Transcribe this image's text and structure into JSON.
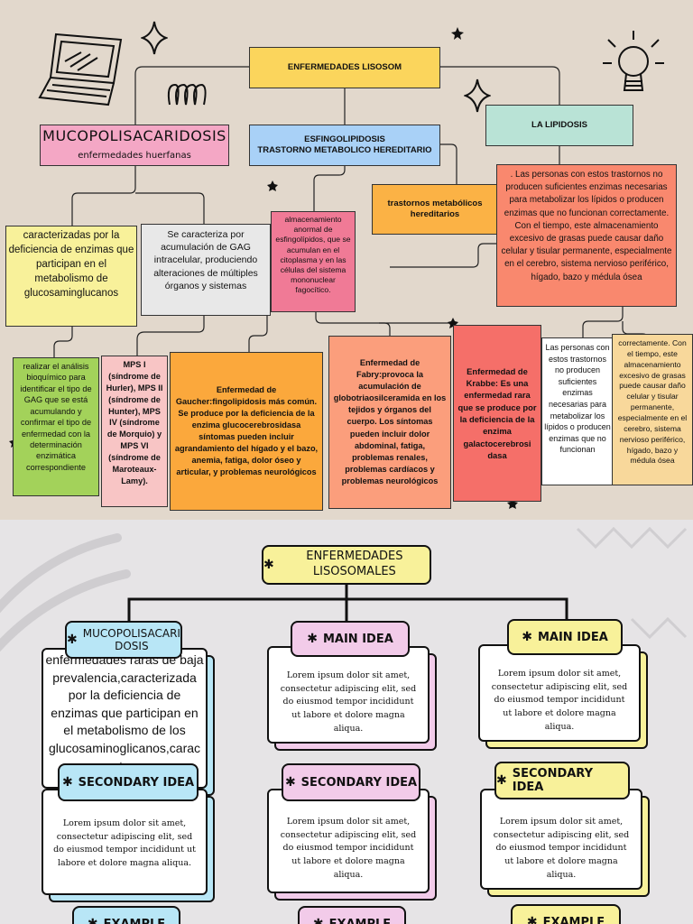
{
  "top": {
    "root": "ENFERMEDADES LISOSOM",
    "muco_title": "MUCOPOLISACARIDOSIS",
    "muco_sub": "enfermedades huerfanas",
    "esfingo_line1": "ESFINGOLIPIDOSIS",
    "esfingo_line2": "TRASTORNO METABOLICO HEREDITARIO",
    "lipidosis": "LA LIPIDOSIS",
    "trastornos": "trastornos metabólicos hereditarios",
    "lipid_desc": ". Las personas con estos trastornos no producen suficientes enzimas necesarias para metabolizar los lípidos o producen enzimas que no funcionan correctamente. Con el tiempo, este almacenamiento excesivo de grasas puede causar daño celular y tisular permanente, especialmente en el cerebro, sistema nervioso periférico, hígado, bazo y médula ósea",
    "caract": "caracterizadas por la deficiencia de enzimas que participan en el metabolismo de glucosaminglucanos",
    "gag": "Se caracteriza por acumulación de GAG intracelular, produciendo alteraciones de múltiples órganos y sistemas",
    "almac": "almacenamiento anormal de esfingolípidos, que se acumulan en el citoplasma y en las células del sistema mononuclear fagocítico.",
    "analisis": "realizar el análisis bioquímico para identificar el tipo de GAG que se está acumulando y confirmar el tipo de enfermedad con la determinación enzimática correspondiente",
    "mps": "MPS I (síndrome de Hurler), MPS II (síndrome de Hunter), MPS IV (síndrome de Morquio) y MPS VI (síndrome de Maroteaux-Lamy).",
    "gaucher": "Enfermedad de Gaucher:fingolipidosis más común. Se produce por la deficiencia de la enzima glucocerebrosidasa síntomas pueden incluir agrandamiento del hígado y el bazo, anemia, fatiga, dolor óseo y articular, y problemas neurológicos",
    "fabry": "Enfermedad de Fabry:provoca la acumulación de globotriaosilceramida en los tejidos y órganos del cuerpo. Los síntomas pueden incluir dolor abdominal, fatiga, problemas renales, problemas cardíacos y problemas neurológicos",
    "krabbe": "Enfermedad de Krabbe: Es una enfermedad rara que se produce por la deficiencia de la enzima galactocerebrosi dasa",
    "personas": "Las personas con estos trastornos no producen suficientes enzimas necesarias para metabolizar los lípidos o producen enzimas que no funcionan",
    "correct": "correctamente. Con el tiempo, este almacenamiento excesivo de grasas puede causar daño celular y tisular permanente, especialmente en el cerebro, sistema nervioso periférico, hígado, bazo y médula ósea"
  },
  "bottom": {
    "root": "ENFERMEDADES LISOSOMALES",
    "col1_title": "MUCOPOLISACARI DOSIS",
    "col1_text": "enfermedades raras de baja prevalencia,caracterizada por la deficiencia de enzimas que participan en el metabolismo de los glucosaminoglicanos,carac te",
    "main_idea": "MAIN IDEA",
    "secondary_idea": "SECONDARY IDEA",
    "example": "EXAMPLE",
    "lorem": "Lorem ipsum dolor sit amet, consectetur adipiscing elit, sed do eiusmod tempor incididunt ut labore et dolore magna aliqua."
  },
  "colors": {
    "yellow": "#fbd55c",
    "pink": "#f4a7c5",
    "blue": "#a9d1f7",
    "mint": "#b9e3d6",
    "orange": "#fbb245",
    "salmon": "#f9886e",
    "green": "#a3d25a",
    "cream": "#f8d89b",
    "pastel_yellow": "#f8f19a",
    "pastel_pink": "#f2cbe9",
    "pastel_blue": "#b8e6f6"
  }
}
